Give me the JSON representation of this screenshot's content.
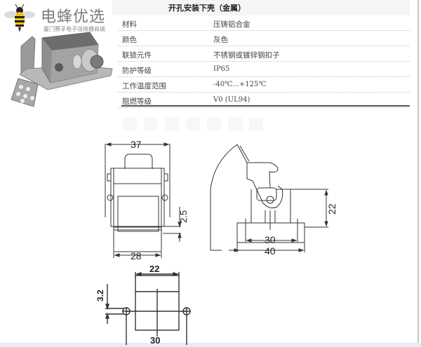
{
  "logo": {
    "brand": "电蜂优选",
    "tagline": "厦门赛孚电子连接器商城",
    "icon": "bee-icon",
    "colors": {
      "yellow": "#f2c21a",
      "black": "#222222"
    }
  },
  "product": {
    "photo_alt": "hood-housing-photo",
    "color": "#8a8a8a"
  },
  "spec": {
    "title": "开孔安装下壳（金属）",
    "rows": [
      {
        "key": "材料",
        "value": "压铸铝合金"
      },
      {
        "key": "颜色",
        "value": "灰色"
      },
      {
        "key": "联锁元件",
        "value": "不锈钢或镀锌钢扣子"
      },
      {
        "key": "防护等级",
        "value": "IP65"
      },
      {
        "key": "工作温度范围",
        "value": "-40℃...+125℃"
      },
      {
        "key": "阻燃等级",
        "value": "V0 (UL94)"
      }
    ]
  },
  "drawings": {
    "front_view": {
      "width_top": "37",
      "width_bottom": "28",
      "step": "2.5"
    },
    "side_view": {
      "height": "22",
      "inner_width": "30",
      "outer_width": "40"
    },
    "cutout": {
      "width": "22",
      "hole_offset": "3.2",
      "hole_spacing": "30"
    }
  }
}
